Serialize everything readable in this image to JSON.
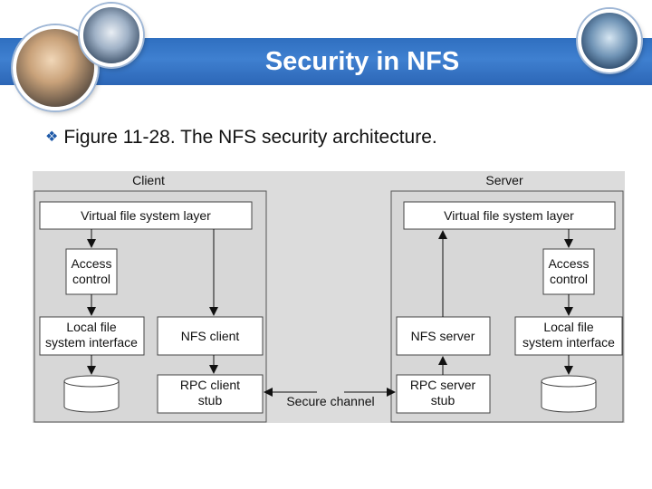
{
  "slide": {
    "title": "Security in NFS",
    "bullet": "Figure 11-28. The NFS security architecture."
  },
  "diagram": {
    "client": {
      "label": "Client",
      "vfs": "Virtual file system layer",
      "access_control": [
        "Access",
        "control"
      ],
      "local_fs": [
        "Local file",
        "system interface"
      ],
      "nfs_client": "NFS client",
      "rpc_stub": [
        "RPC client",
        "stub"
      ]
    },
    "server": {
      "label": "Server",
      "vfs": "Virtual file system layer",
      "access_control": [
        "Access",
        "control"
      ],
      "local_fs": [
        "Local file",
        "system interface"
      ],
      "nfs_server": "NFS server",
      "rpc_stub": [
        "RPC server",
        "stub"
      ]
    },
    "channel": "Secure channel"
  },
  "colors": {
    "header": "#3a78c8",
    "title_text": "#ffffff",
    "figure_bg": "#dcdcdc",
    "box_fill": "#ffffff",
    "bullet_icon": "#1f5aa8"
  },
  "icons": [
    "diamond-bullet-icon",
    "disk-icon"
  ]
}
